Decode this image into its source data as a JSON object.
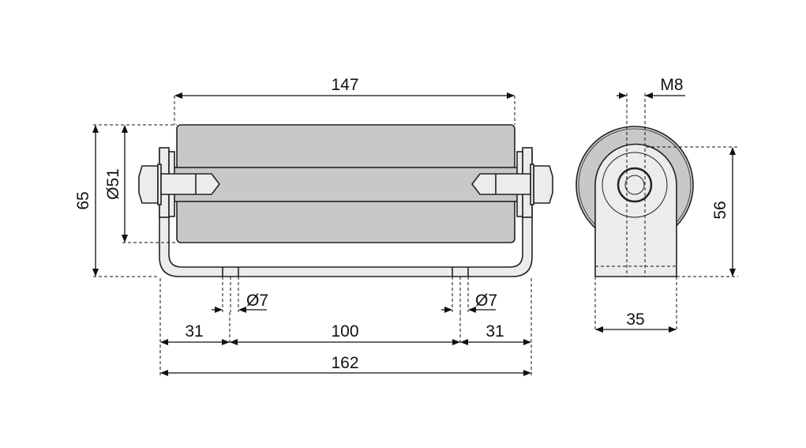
{
  "drawing": {
    "front_view": {
      "length_roller": "147",
      "height_total": "65",
      "diameter_roller": "Ø51",
      "hole_left": "Ø7",
      "hole_right": "Ø7",
      "offset_left": "31",
      "hole_spacing": "100",
      "offset_right": "31",
      "length_total": "162"
    },
    "side_view": {
      "thread": "M8",
      "axle_height": "56",
      "bracket_width": "35"
    },
    "colors": {
      "roller": "#c8c8c8",
      "bracket": "#ececec",
      "outline": "#222222"
    }
  }
}
